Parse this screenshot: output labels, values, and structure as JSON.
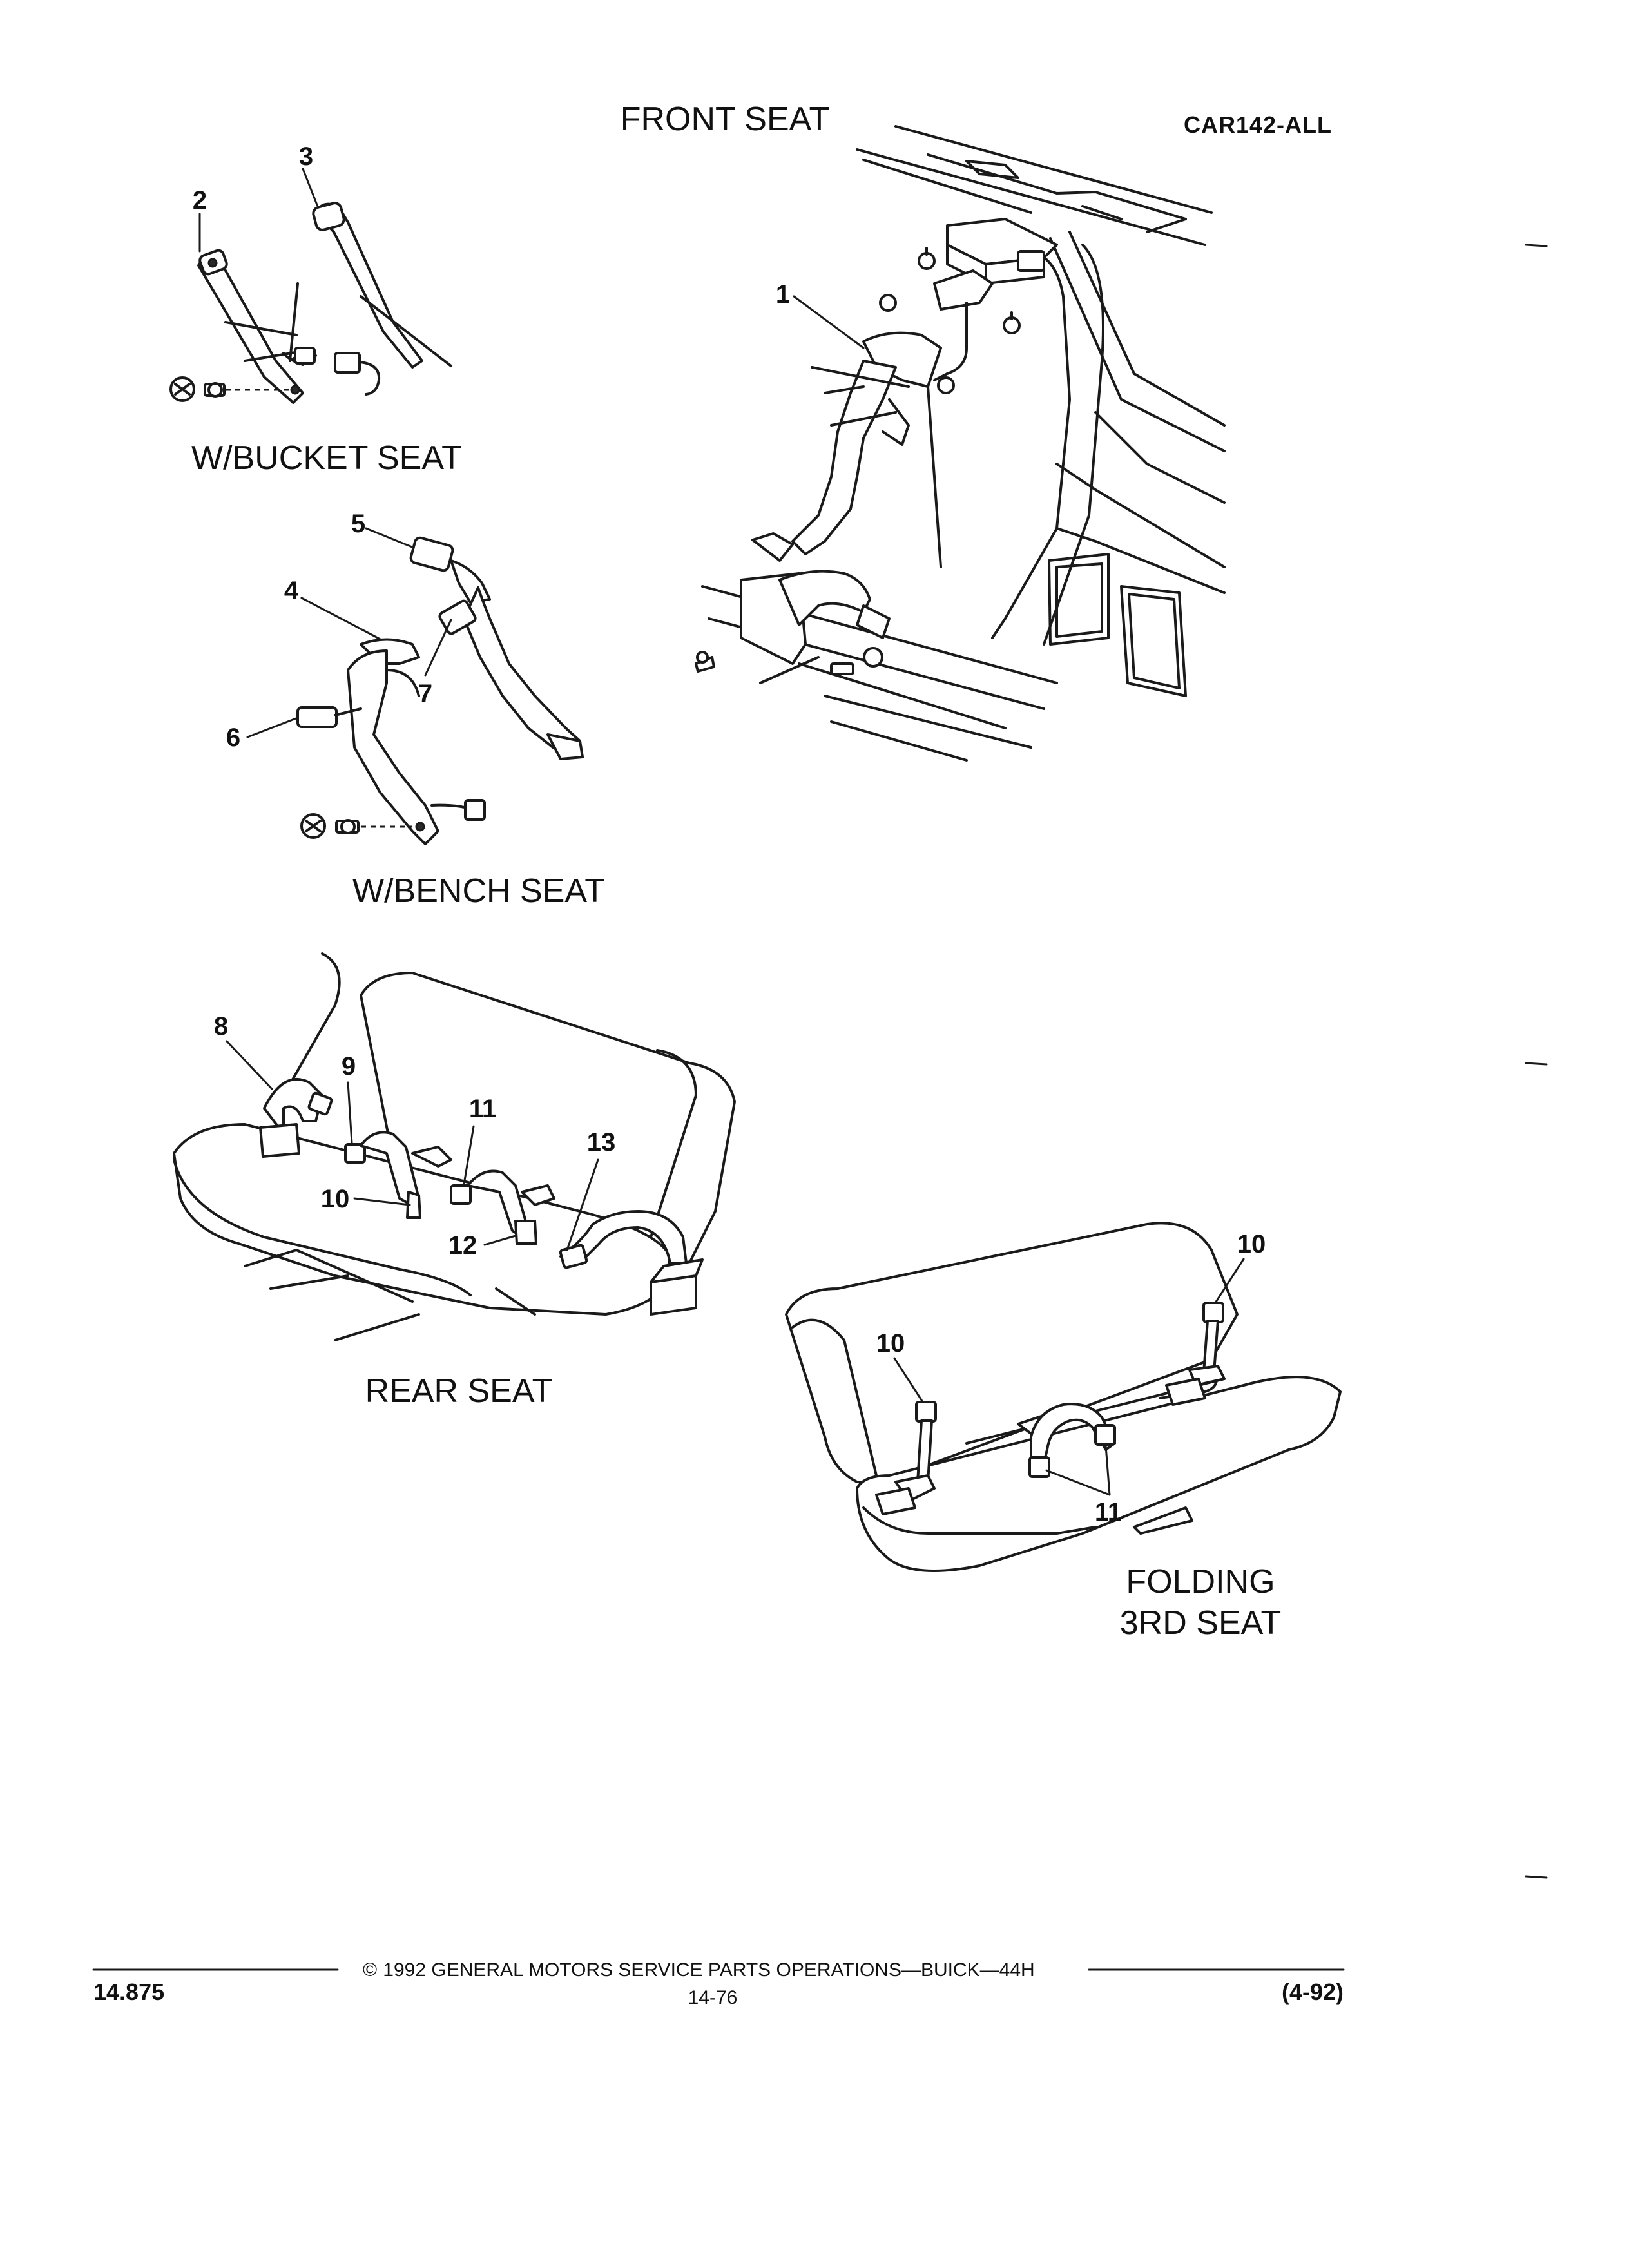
{
  "header": {
    "view_title": "FRONT SEAT",
    "figure_code": "CAR142-ALL"
  },
  "views": {
    "bucket_seat": "W/BUCKET SEAT",
    "bench_seat": "W/BENCH SEAT",
    "rear_seat": "REAR SEAT",
    "folding_seat_line1": "FOLDING",
    "folding_seat_line2": "3RD SEAT"
  },
  "callouts": {
    "c1": "1",
    "c2": "2",
    "c3": "3",
    "c4": "4",
    "c5": "5",
    "c6": "6",
    "c7": "7",
    "c8": "8",
    "c9": "9",
    "c10_rear": "10",
    "c11_rear": "11",
    "c12": "12",
    "c13": "13",
    "c10_fold_a": "10",
    "c10_fold_b": "10",
    "c11_fold": "11"
  },
  "footer": {
    "section_number": "14.875",
    "copyright_symbol": "©",
    "copyright": "1992  GENERAL MOTORS SERVICE PARTS OPERATIONS—BUICK—44H",
    "page_number": "14-76",
    "revision": "(4-92)"
  }
}
